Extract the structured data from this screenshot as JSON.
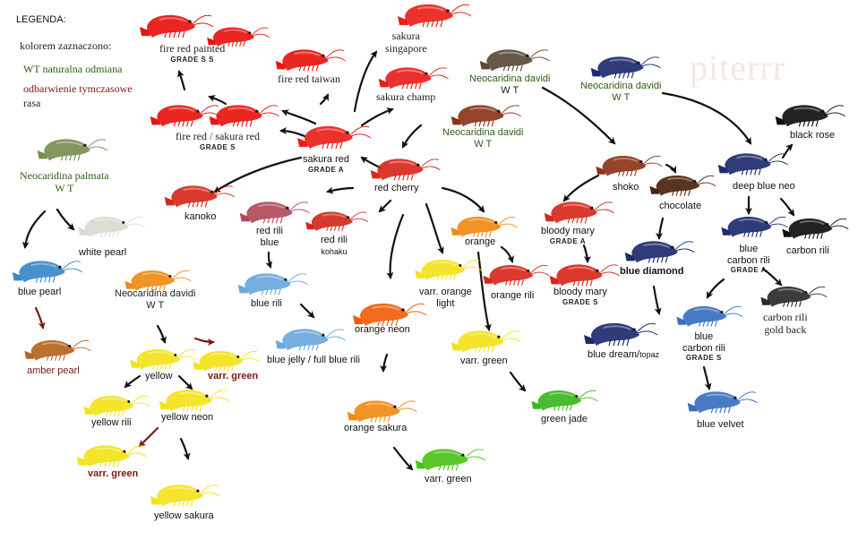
{
  "legend": {
    "title": "LEGENDA:",
    "intro": "kolorem zaznaczono:",
    "wt": "WT naturalna odmiana",
    "temp": "odbarwienie tymczasowe",
    "race": "rasa"
  },
  "watermark": "piterrr",
  "colors": {
    "wild_type_text": "#2a5e12",
    "temporary_text": "#7a1a10",
    "arrow": "#111111",
    "arrow_temporary": "#7a1a10"
  },
  "nodes": {
    "fire_red_painted": {
      "name": "fire red painted",
      "grade": "GRADE S S"
    },
    "fire_red_taiwan": {
      "name": "fire red taiwan"
    },
    "sakura_singapore": {
      "line1": "sakura",
      "line2": "singapore"
    },
    "sakura_champ": {
      "name": "sakura champ"
    },
    "fire_red_sakura_red": {
      "name": "fire red / sakura red",
      "grade": "GRADE S"
    },
    "sakura_red": {
      "name": "sakura red",
      "grade": "GRADE A"
    },
    "red_cherry": {
      "name": "red cherry"
    },
    "kanoko": {
      "name": "kanoko"
    },
    "red_rili_blue": {
      "line1": "red rili",
      "line2": "blue"
    },
    "red_rili_kohaku": {
      "line1": "red rili",
      "line2": "kohaku"
    },
    "blue_rili": {
      "name": "blue rili"
    },
    "blue_jelly": {
      "name": "blue jelly / full blue rili"
    },
    "orange": {
      "name": "orange"
    },
    "varr_orange_light": {
      "line1": "varr. orange",
      "line2": "light"
    },
    "orange_rili": {
      "name": "orange rili"
    },
    "orange_neon": {
      "name": "orange neon"
    },
    "varr_green_mid": {
      "name": "varr. green"
    },
    "green_jade": {
      "name": "green jade"
    },
    "orange_sakura": {
      "name": "orange sakura"
    },
    "varr_green_bottom": {
      "name": "varr. green"
    },
    "neocaridina_palmata": {
      "name": "Neocaridina palmata",
      "wt": "W T"
    },
    "white_pearl": {
      "name": "white pearl"
    },
    "blue_pearl": {
      "name": "blue pearl"
    },
    "amber_pearl": {
      "name": "amber pearl"
    },
    "neocaridina_davidi_left": {
      "name": "Neocaridina davidi",
      "wt": "W T"
    },
    "yellow": {
      "name": "yellow"
    },
    "varr_green_left": {
      "name": "varr. green"
    },
    "yellow_rili": {
      "name": "yellow rili"
    },
    "yellow_neon": {
      "name": "yellow neon"
    },
    "varr_green_low": {
      "name": "varr. green"
    },
    "yellow_sakura": {
      "name": "yellow sakura"
    },
    "neocaridina_davidi_top": {
      "name": "Neocaridina davidi",
      "wt": "W T"
    },
    "neocaridina_davidi_right": {
      "name": "Neocaridina davidi",
      "wt": "W T"
    },
    "neocaridina_davidi_center": {
      "name": "Neocaridina davidi",
      "wt": "W T"
    },
    "shoko": {
      "name": "shoko"
    },
    "chocolate": {
      "name": "chocolate"
    },
    "bloody_mary_a": {
      "name": "bloody mary",
      "grade": "GRADE A"
    },
    "bloody_mary_s": {
      "name": "bloody mary",
      "grade": "GRADE S"
    },
    "blue_diamond": {
      "name": "blue diamond"
    },
    "blue_dream": {
      "name": "blue dream/",
      "suffix": "topaz"
    },
    "black_rose": {
      "name": "black rose"
    },
    "deep_blue_neo": {
      "name": "deep blue neo"
    },
    "blue_carbon_rili_a": {
      "line1": "blue",
      "line2": "carbon rili",
      "grade": "GRADE A"
    },
    "carbon_rili": {
      "name": "carbon rili"
    },
    "carbon_rili_gold_back": {
      "line1": "carbon rili",
      "line2": "gold back"
    },
    "blue_carbon_rili_s": {
      "line1": "blue",
      "line2": "carbon rili",
      "grade": "GRADE S"
    },
    "blue_velvet": {
      "name": "blue velvet"
    }
  },
  "shrimp_colors": {
    "fire_red": "#e81410",
    "cherry": "#d8281c",
    "sakura": "#e8201a",
    "chocolate": "#4a2410",
    "shoko": "#8a3418",
    "wild": "#5a4a38",
    "blue_dark": "#1d2b6e",
    "blue_light": "#6aa7dc",
    "blue_mid": "#3a6fc0",
    "black": "#101010",
    "orange": "#f08a14",
    "yellow": "#f3e21a",
    "green": "#4cc21a",
    "amber": "#b4641c",
    "white": "#d8dccf",
    "carbon_gold": "#2a2a2a",
    "rili_blue": "#b04a5a",
    "palmata": "#7a8e50",
    "green_jade": "#38b81c",
    "red_rili": "#d02a1c",
    "blue_pearl": "#3a88c8",
    "neon_orange": "#f0600c"
  }
}
